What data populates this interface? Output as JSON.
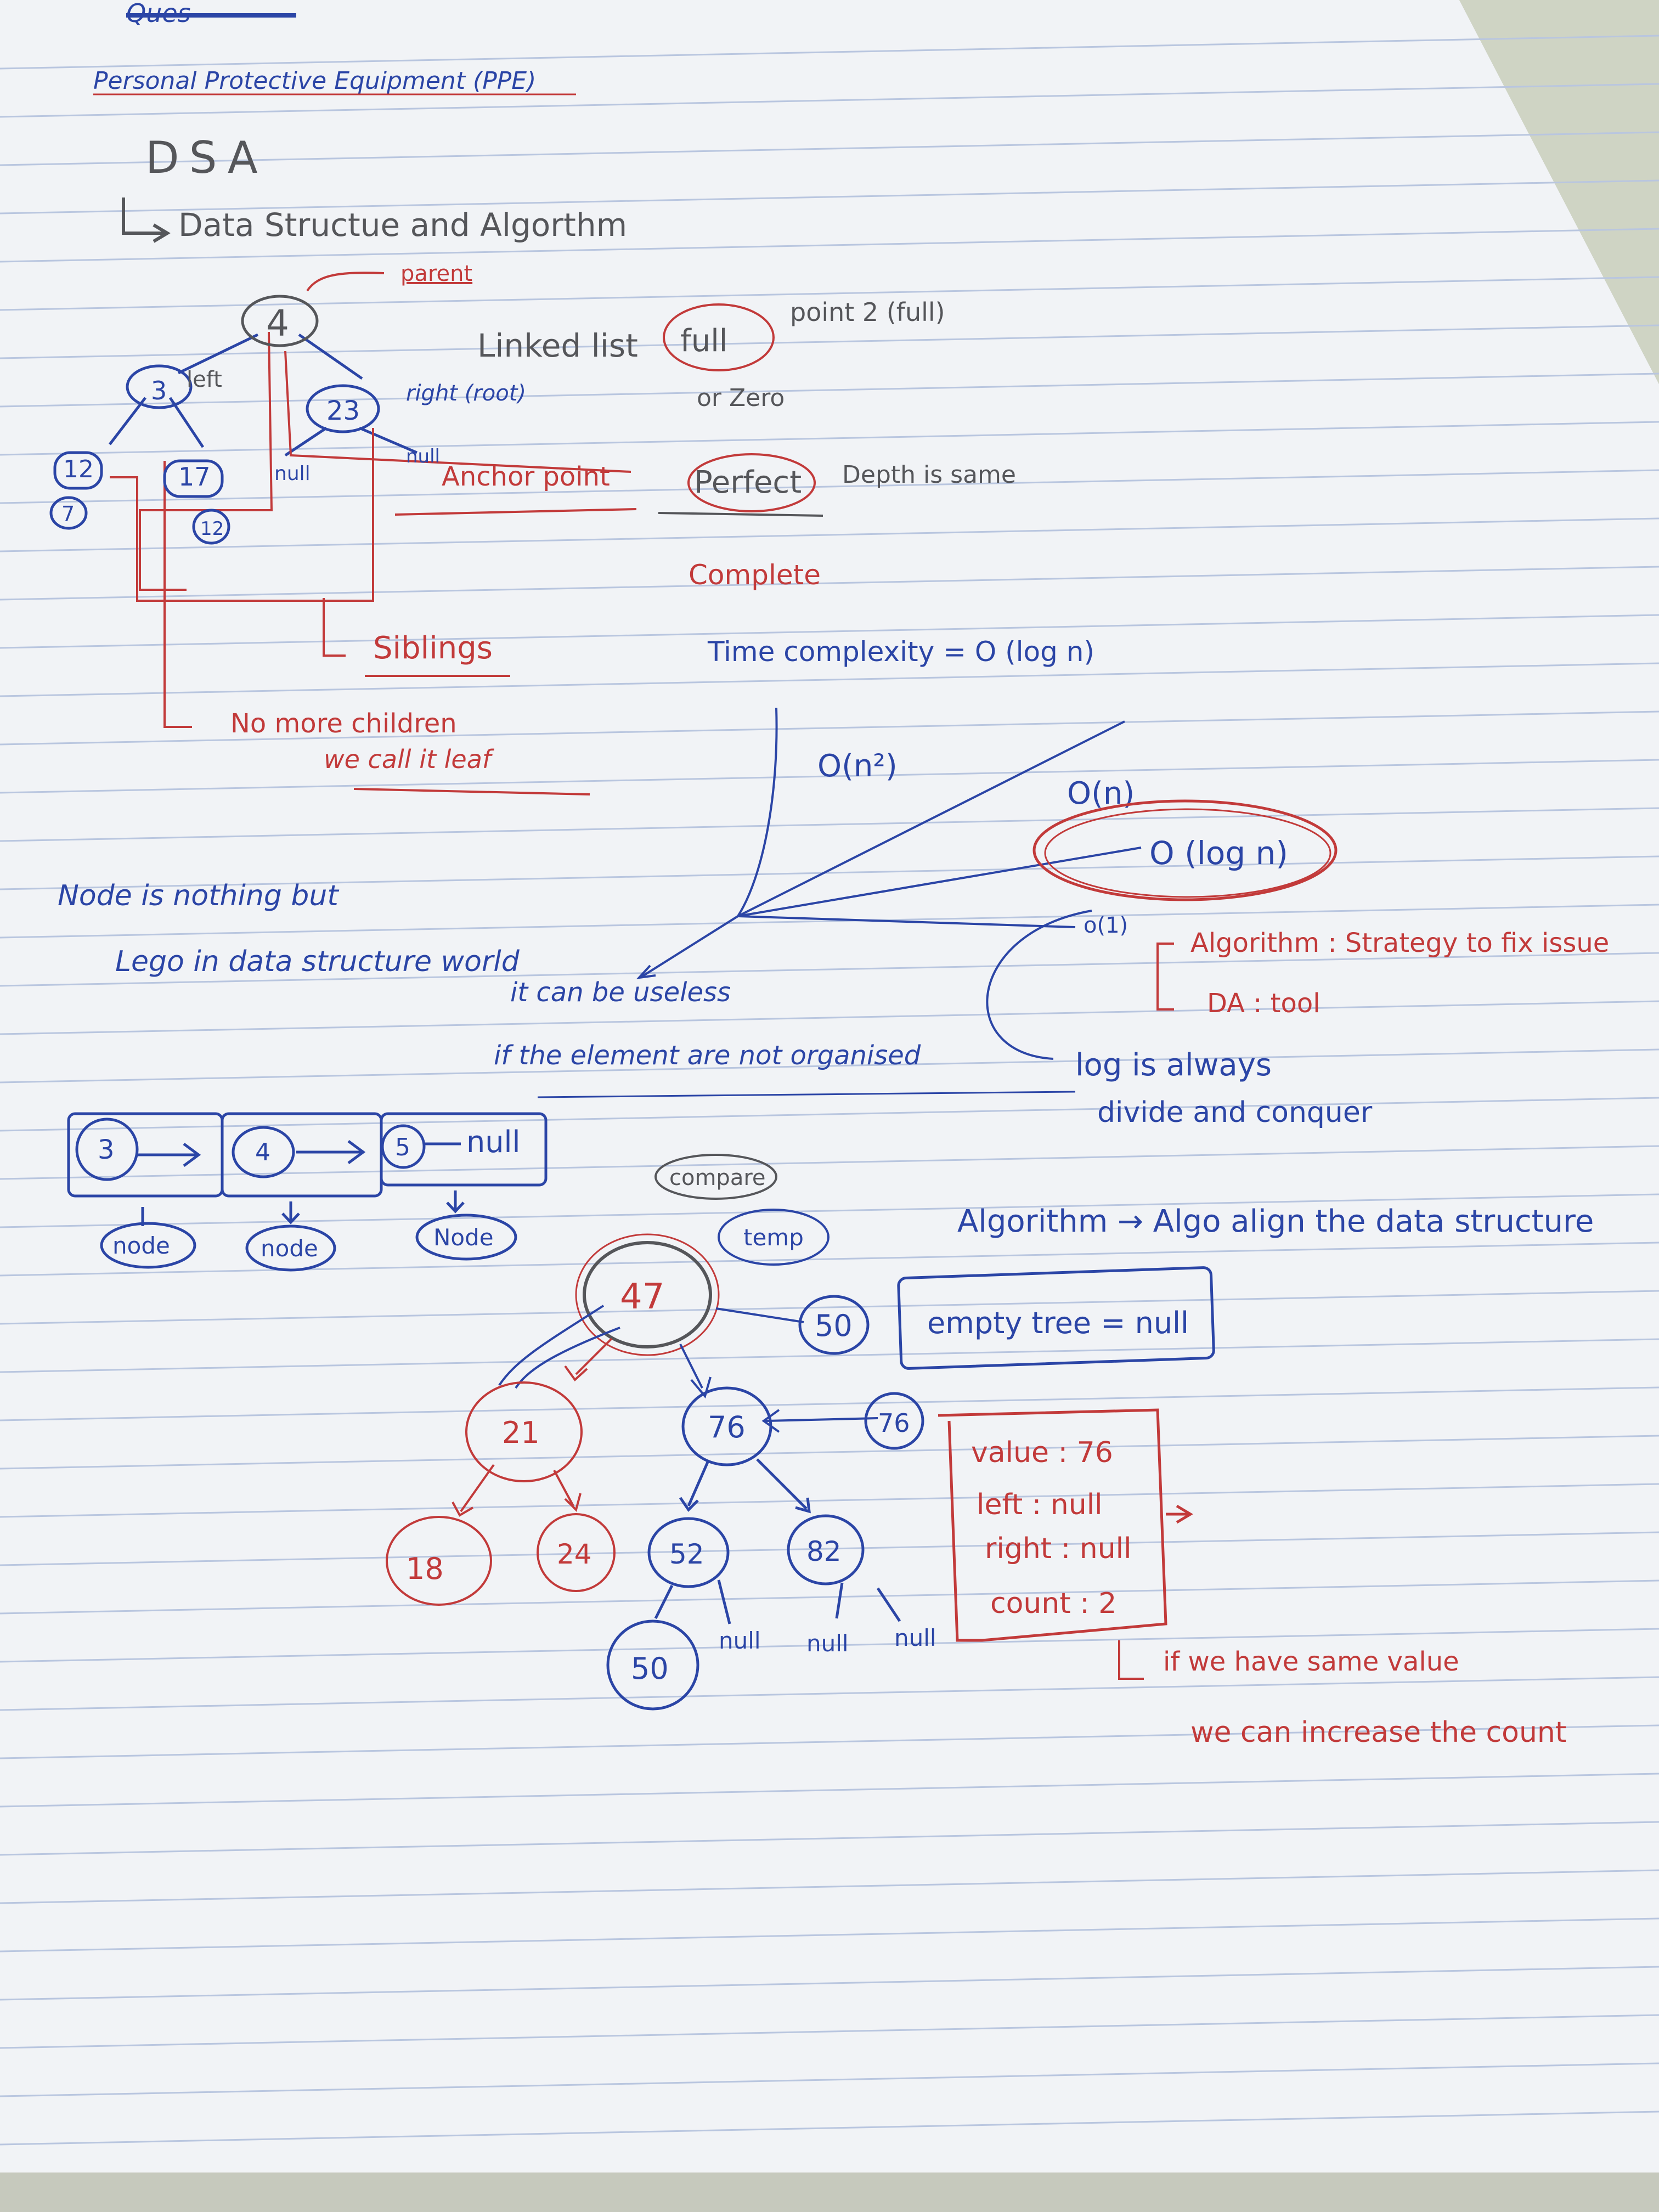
{
  "colors": {
    "blue": "#2b45a6",
    "red": "#c23a3a",
    "grey": "#55565a",
    "paper": "#f1f3f6",
    "rule": "#b9c6df"
  },
  "header": {
    "scribble": "Ques",
    "title": "Personal Protective Equipment (PPE)"
  },
  "dsa": {
    "abbr": "DSA",
    "expansion": "Data Structue and Algorthm"
  },
  "tree1": {
    "parent_label": "parent",
    "nodes": [
      "4",
      "3",
      "23",
      "12",
      "17",
      "7",
      "12"
    ],
    "left_label": "left",
    "right_label": "right (root)",
    "null1": "null",
    "null2": "null",
    "anchor": "Anchor point",
    "siblings": "Siblings",
    "no_children": "No more children",
    "leaf": "we call it leaf"
  },
  "tree_types": {
    "linked_list": "Linked list",
    "full": "full",
    "point": "point 2 (full)",
    "or_zero": "or Zero",
    "perfect": "Perfect",
    "depth": "Depth is same",
    "complete": "Complete"
  },
  "complexity": {
    "time": "Time complexity = O (log n)",
    "n2": "O(n²)",
    "n": "O(n)",
    "logn": "O (log n)",
    "o1": "o(1)"
  },
  "node_text": {
    "line1": "Node is nothing but",
    "line2": "Lego in data structure world"
  },
  "useless": {
    "line1": "it can be useless",
    "line2": "if the element are not organised"
  },
  "algo_note": {
    "algorithm": "Algorithm : Strategy to fix issue",
    "ds": "DA : tool"
  },
  "log_note": {
    "line1": "log is always",
    "line2": "divide and conquer"
  },
  "linked": {
    "values": [
      "3",
      "4",
      "5"
    ],
    "null": "null",
    "labels": [
      "node",
      "node",
      "Node"
    ]
  },
  "tree2": {
    "compare": "compare",
    "temp": "temp",
    "root": "47",
    "incoming": "50",
    "nodes": [
      "21",
      "76",
      "18",
      "24",
      "52",
      "82",
      "50"
    ],
    "incoming2": "76",
    "nulls": [
      "null",
      "null",
      "null"
    ]
  },
  "align": "Algorithm → Algo align the data structure",
  "empty_tree": "empty tree = null",
  "node_box": [
    "value : 76",
    "left : null",
    "right : null",
    "count : 2"
  ],
  "same_value": {
    "line1": "if we have same value",
    "line2": "we can increase the count"
  }
}
